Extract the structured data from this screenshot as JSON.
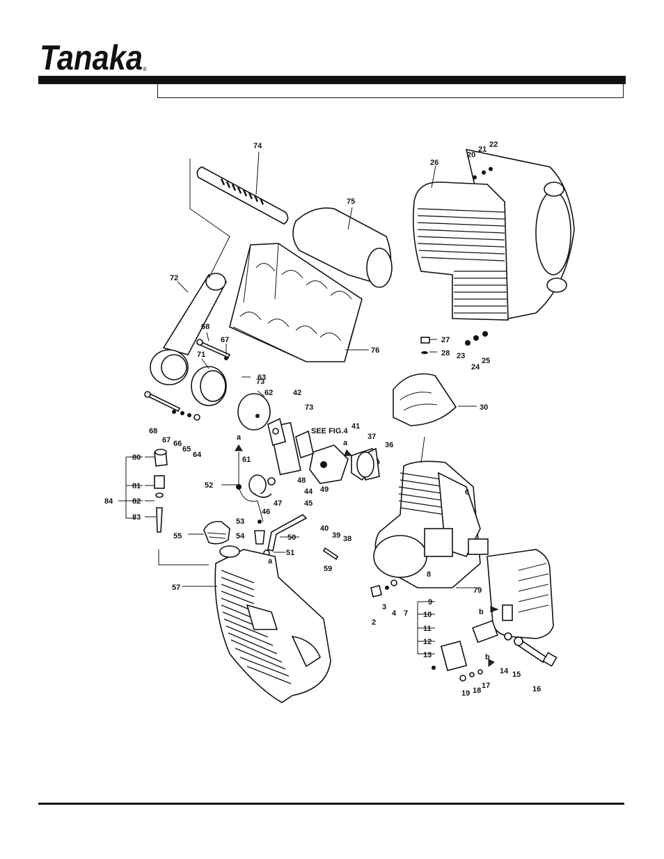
{
  "brand": {
    "name": "Tanaka",
    "registered_mark": "®"
  },
  "header": {
    "title": ""
  },
  "diagram": {
    "see_fig_note": "SEE FIG.4",
    "callouts": [
      "74",
      "75",
      "72",
      "76",
      "68",
      "67",
      "63",
      "71",
      "62",
      "73",
      "42",
      "73",
      "41",
      "37",
      "36",
      "61",
      "48",
      "49",
      "44",
      "45",
      "52",
      "47",
      "46",
      "40",
      "39",
      "38",
      "53",
      "54",
      "50",
      "55",
      "51",
      "59",
      "57",
      "26",
      "20",
      "21",
      "22",
      "27",
      "28",
      "23",
      "24",
      "25",
      "30",
      "6",
      "8",
      "79",
      "2",
      "3",
      "4",
      "7",
      "9",
      "10",
      "11",
      "12",
      "13",
      "14",
      "15",
      "16",
      "17",
      "18",
      "19",
      "80",
      "81",
      "82",
      "83",
      "84",
      "68",
      "67",
      "66",
      "65",
      "64"
    ],
    "arrow_labels": [
      "a",
      "a",
      "a",
      "b",
      "b"
    ]
  }
}
